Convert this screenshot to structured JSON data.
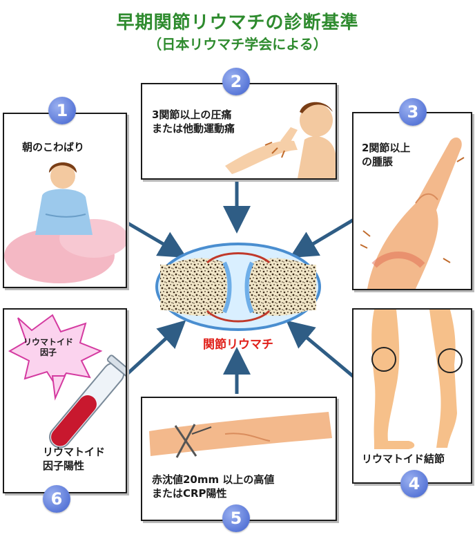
{
  "title": "早期関節リウマチの診断基準",
  "subtitle": "（日本リウマチ学会による）",
  "center_label": "関節リウマチ",
  "criteria": [
    {
      "number": "1",
      "text": "朝のこわばり"
    },
    {
      "number": "2",
      "text": "3関節以上の圧痛\nまたは他動運動痛"
    },
    {
      "number": "3",
      "text": "2関節以上\nの腫脹"
    },
    {
      "number": "4",
      "text": "リウマトイド結節"
    },
    {
      "number": "5",
      "text": "赤沈値20mm 以上の高値\nまたはCRP陽性"
    },
    {
      "number": "6",
      "text": "リウマトイド\n因子陽性"
    }
  ],
  "test_tube_label": "リウマトイド\n因子",
  "colors": {
    "title": "#2e8b2e",
    "badge": "#5a78d8",
    "arrow": "#2f5d85",
    "center_label": "#e0201a"
  }
}
